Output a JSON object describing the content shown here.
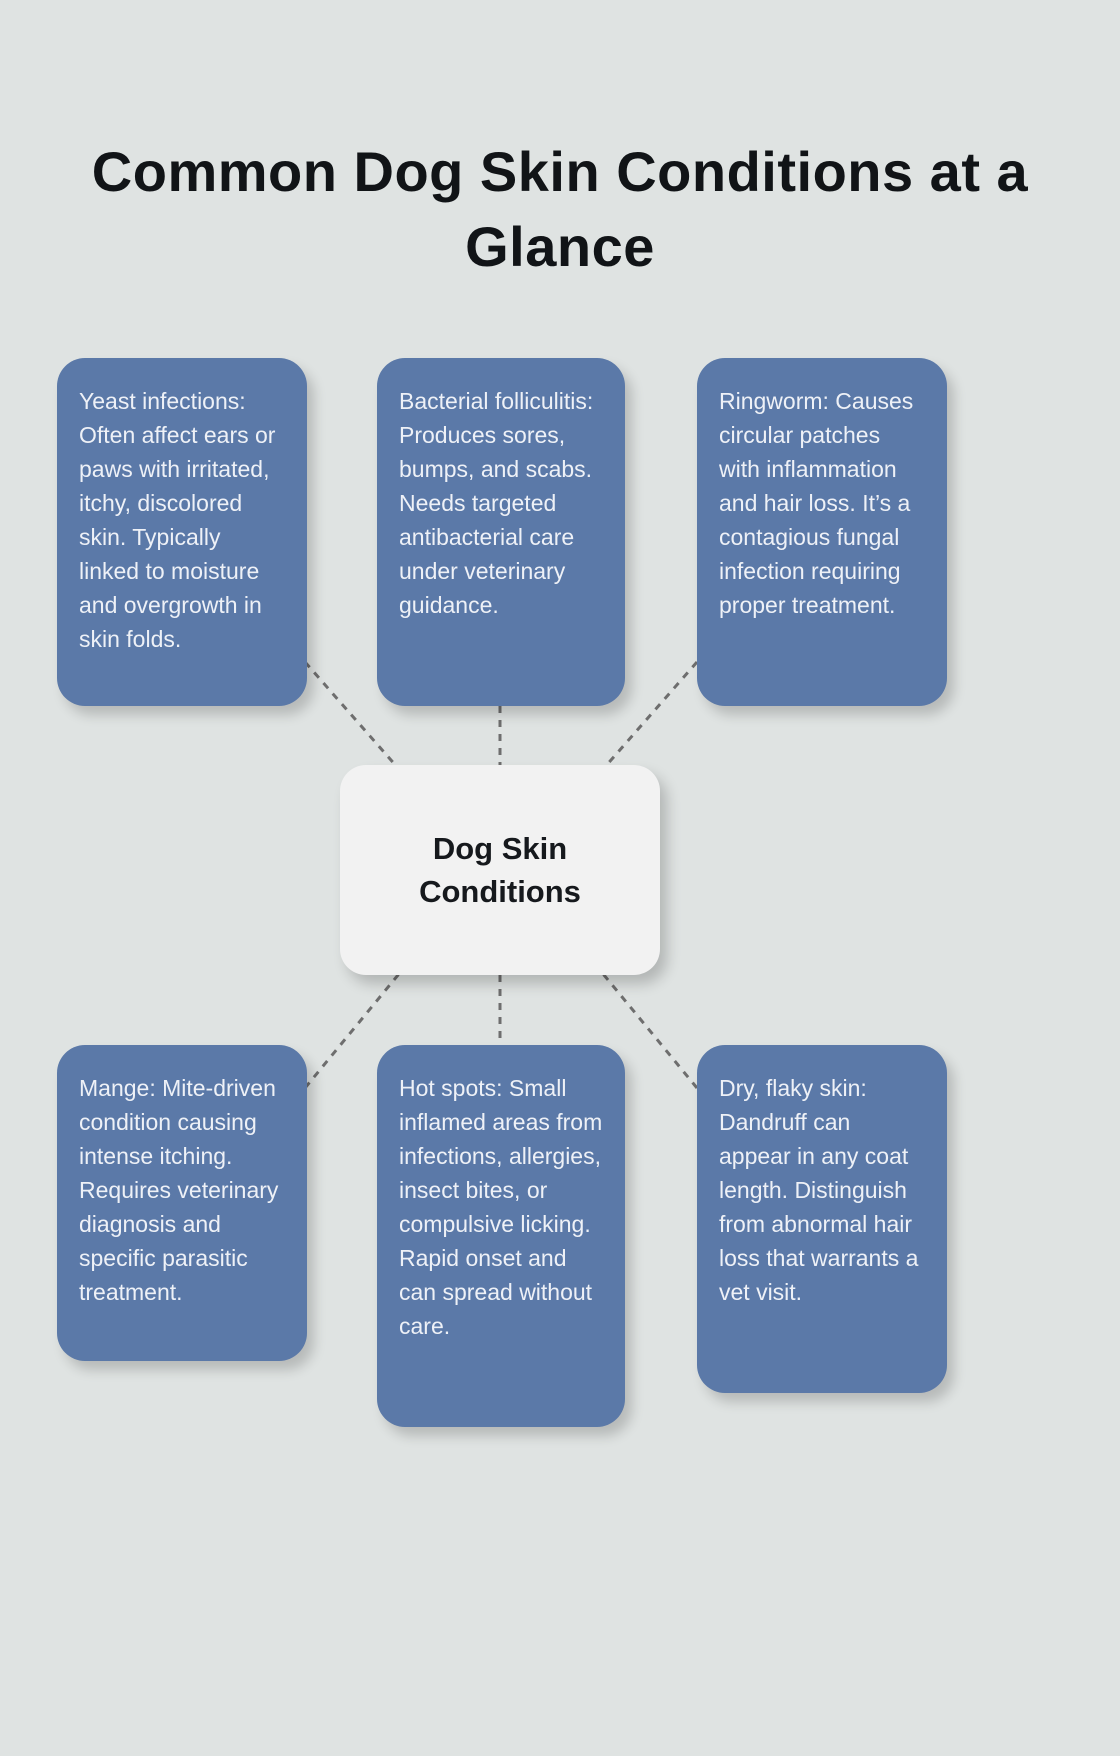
{
  "title": "Common Dog Skin Conditions at a Glance",
  "center": {
    "label": "Dog Skin Conditions"
  },
  "nodes": [
    {
      "id": "yeast-infections",
      "text": "Yeast infections: Often affect ears or paws with irritated, itchy, discolored skin. Typically linked to moisture and overgrowth in skin folds."
    },
    {
      "id": "bacterial-folliculitis",
      "text": "Bacterial folliculitis: Produces sores, bumps, and scabs. Needs targeted antibacterial care under veterinary guidance."
    },
    {
      "id": "ringworm",
      "text": "Ringworm: Causes circular patches with inflammation and hair loss. It’s a contagious fungal infection requiring proper treatment."
    },
    {
      "id": "mange",
      "text": "Mange: Mite-driven condition causing intense itching. Requires veterinary diagnosis and specific parasitic treatment."
    },
    {
      "id": "hot-spots",
      "text": "Hot spots: Small inflamed areas from infections, allergies, insect bites, or compulsive licking. Rapid onset and can spread without care."
    },
    {
      "id": "dry-flaky-skin",
      "text": "Dry, flaky skin: Dandruff can appear in any coat length. Distinguish from abnormal hair loss that warrants a vet visit."
    }
  ],
  "colors": {
    "background": "#dfe3e2",
    "node_background": "#5b79a8",
    "node_text": "#eef1f7",
    "center_background": "#f2f2f2",
    "title_text": "#111417",
    "connector": "#6e6e6e"
  }
}
